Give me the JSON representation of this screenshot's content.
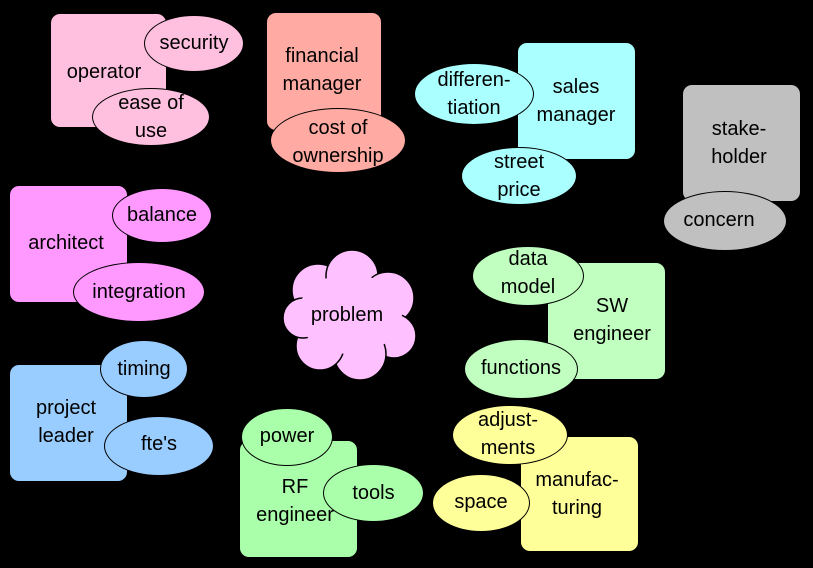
{
  "colors": {
    "background": "#000000",
    "operator": "#ffc0e0",
    "financial": "#ffaaa2",
    "sales": "#aaffff",
    "stakeholder": "#c0c0c0",
    "architect": "#ff99ff",
    "sw": "#c0ffc0",
    "project": "#99ccff",
    "rf": "#aaffaa",
    "manufacturing": "#ffff99",
    "problem": "#ffc0ff",
    "arrow": "#000000"
  },
  "problem": {
    "label": "problem"
  },
  "stakeholders": {
    "operator": {
      "lines": [
        "operator"
      ],
      "concerns": {
        "security": [
          "security"
        ],
        "ease_of_use": [
          "ease of",
          "use"
        ]
      }
    },
    "financial_manager": {
      "lines": [
        "financial",
        "manager"
      ],
      "concerns": {
        "cost_of_ownership": [
          "cost of",
          "ownership"
        ]
      }
    },
    "sales_manager": {
      "lines": [
        "sales",
        "manager"
      ],
      "concerns": {
        "differentiation": [
          "differen-",
          "tiation"
        ],
        "street_price": [
          "street",
          "price"
        ]
      }
    },
    "legend": {
      "lines": [
        "stake-",
        "holder"
      ],
      "concerns": {
        "concern": [
          "concern"
        ]
      }
    },
    "architect": {
      "lines": [
        "architect"
      ],
      "concerns": {
        "balance": [
          "balance"
        ],
        "integration": [
          "integration"
        ]
      }
    },
    "sw_engineer": {
      "lines": [
        "SW",
        "engineer"
      ],
      "concerns": {
        "data_model": [
          "data",
          "model"
        ],
        "functions": [
          "functions"
        ]
      }
    },
    "project_leader": {
      "lines": [
        "project",
        "leader"
      ],
      "concerns": {
        "timing": [
          "timing"
        ],
        "ftes": [
          "fte's"
        ]
      }
    },
    "rf_engineer": {
      "lines": [
        "RF",
        "engineer"
      ],
      "concerns": {
        "power": [
          "power"
        ],
        "tools": [
          "tools"
        ]
      }
    },
    "manufacturing": {
      "lines": [
        "manufac-",
        "turing"
      ],
      "concerns": {
        "adjustments": [
          "adjust-",
          "ments"
        ],
        "space": [
          "space"
        ]
      }
    }
  }
}
